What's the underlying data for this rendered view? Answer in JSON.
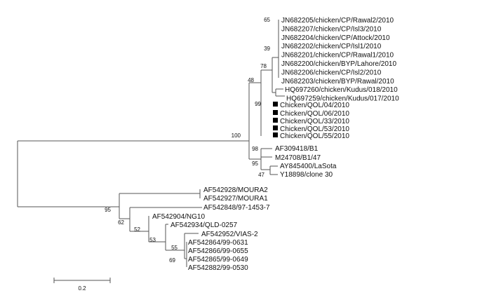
{
  "leaves": [
    "JN682205/chicken/CP/Rawal2/2010",
    "JN682207/chicken/CP/Isl3/2010",
    "JN682204/chicken/CP/Attock/2010",
    "JN682202/chicken/CP/Isl1/2010",
    "JN682201/chicken/CP/Rawal1/2010",
    "JN682200/chicken/BYP/Lahore/2010",
    "JN682206/chicken/CP/Isl2/2010",
    "JN682203/chicken/BYP/Rawal/2010",
    "HQ697260/chicken/Kudus/018/2010",
    "HQ697259/chicken/Kudus/017/2010",
    "Chicken/QOL/04/2010",
    "Chicken/QOL/06/2010",
    "Chicken/QOL/33/2010",
    "Chicken/QOL/53/2010",
    "Chicken/QOL/55/2010",
    "AF309418/B1",
    "M24708/B1/47",
    "AY845400/LaSota",
    "Y18898/clone 30",
    "AF542928/MOURA2",
    "AF542927/MOURA1",
    "AF542848/97-1453-7",
    "AF542904/NG10",
    "AF542934/QLD-0257",
    "AF542952/VIAS-2",
    "AF542864/99-0631",
    "AF542866/99-0655",
    "AF542865/99-0649",
    "AF542882/99-0530"
  ],
  "bootstrap": [
    "65",
    "39",
    "78",
    "48",
    "99",
    "100",
    "98",
    "95",
    "47",
    "95",
    "62",
    "52",
    "53",
    "55",
    "69"
  ],
  "scale_bar": {
    "label": "0.2",
    "value": 0.2
  },
  "colors": {
    "line": "#555555",
    "marker": "#000000"
  }
}
